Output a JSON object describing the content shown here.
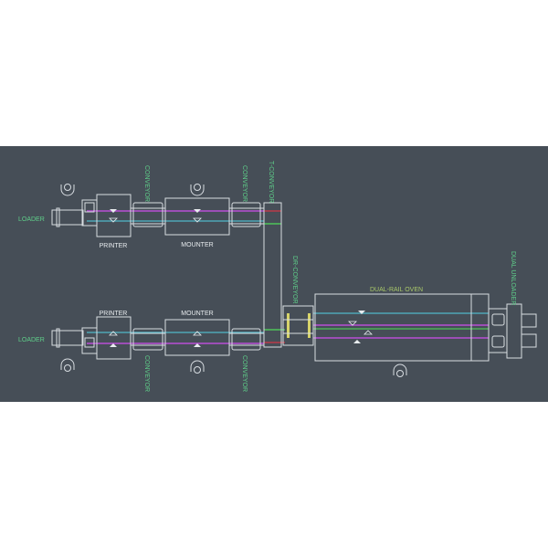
{
  "labels": {
    "loader_top": "LOADER",
    "loader_bottom": "LOADER",
    "printer_top": "PRINTER",
    "printer_bottom": "PRINTER",
    "mounter_top": "MOUNTER",
    "mounter_bottom": "MOUNTER",
    "conveyor_top_1": "CONVEYOR",
    "conveyor_top_2": "CONVEYOR",
    "conveyor_bottom_1": "CONVEYOR",
    "conveyor_bottom_2": "CONVEYOR",
    "t_conveyor": "T-CONVEYOR",
    "dr_conveyor": "DR-CONVEYOR",
    "oven": "DUAL-RAIL OVEN",
    "unloader": "DUAL UNLOADER"
  },
  "colors": {
    "background": "#464e57",
    "lane_magenta": "#b84fd6",
    "lane_cyan": "#4fb8c8",
    "lane_green": "#4fc35a",
    "lane_red": "#b83a48",
    "label_green": "#5fcf8a",
    "outline": "#d8dde2"
  }
}
